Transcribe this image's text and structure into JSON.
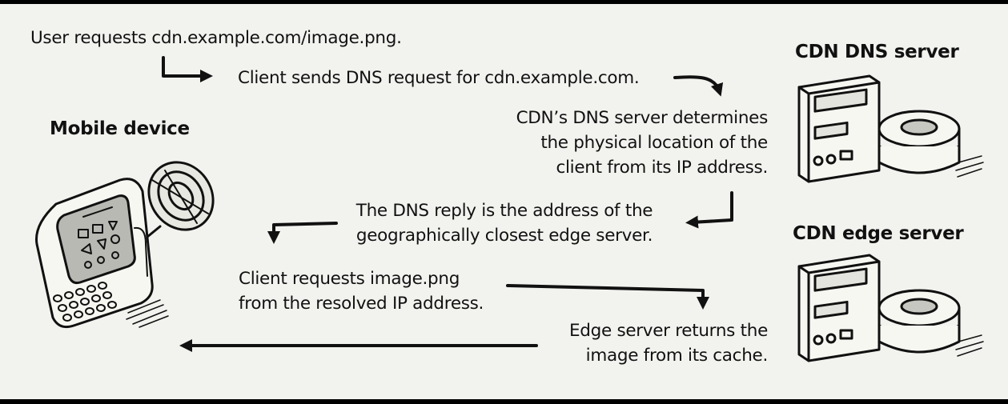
{
  "labels": {
    "mobile": "Mobile device",
    "dns_server": "CDN DNS server",
    "edge_server": "CDN edge server"
  },
  "steps": [
    {
      "lines": [
        "User requests cdn.example.com/image.png."
      ]
    },
    {
      "lines": [
        "Client sends DNS request for cdn.example.com."
      ]
    },
    {
      "lines": [
        "CDN’s DNS server determines",
        "the physical location of the",
        "client from its IP address."
      ]
    },
    {
      "lines": [
        "The DNS reply is the address of the",
        "geographically closest edge server."
      ]
    },
    {
      "lines": [
        "Client requests image.png",
        "from the resolved IP address."
      ]
    },
    {
      "lines": [
        "Edge server returns the",
        "image from its cache."
      ]
    }
  ],
  "colors": {
    "background": "#f2f3ef",
    "frame": "#000000",
    "ink": "#111111"
  }
}
